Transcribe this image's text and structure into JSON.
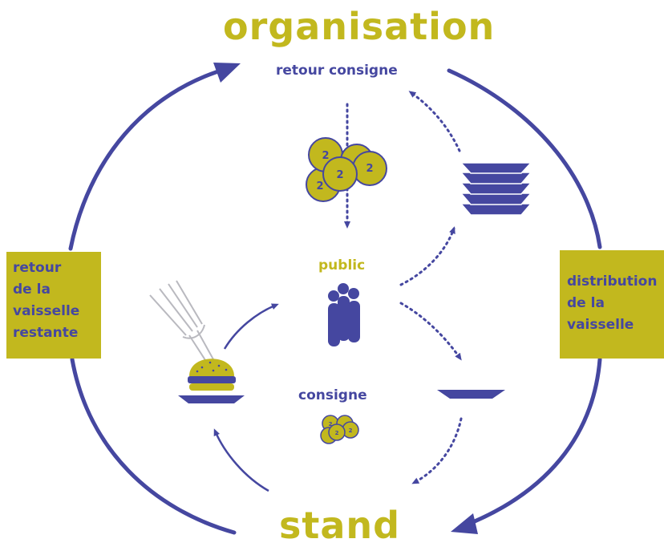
{
  "title_top": "organisation",
  "title_bottom": "stand",
  "labels": {
    "retour_consigne": "retour consigne",
    "public": "public",
    "consigne": "consigne"
  },
  "boxes": {
    "left_lines": [
      "retour",
      "de la",
      "vaisselle",
      "restante"
    ],
    "right_lines": [
      "distribution",
      "de la",
      "vaisselle"
    ]
  },
  "coin_value": "2",
  "colors": {
    "blue": "#4547a0",
    "yellow": "#c2b81e",
    "white": "#ffffff"
  },
  "icons": [
    "coins-icon",
    "stacked-plates-icon",
    "people-icon",
    "plate-icon",
    "burger-icon",
    "fork-icon",
    "small-coins-icon"
  ]
}
